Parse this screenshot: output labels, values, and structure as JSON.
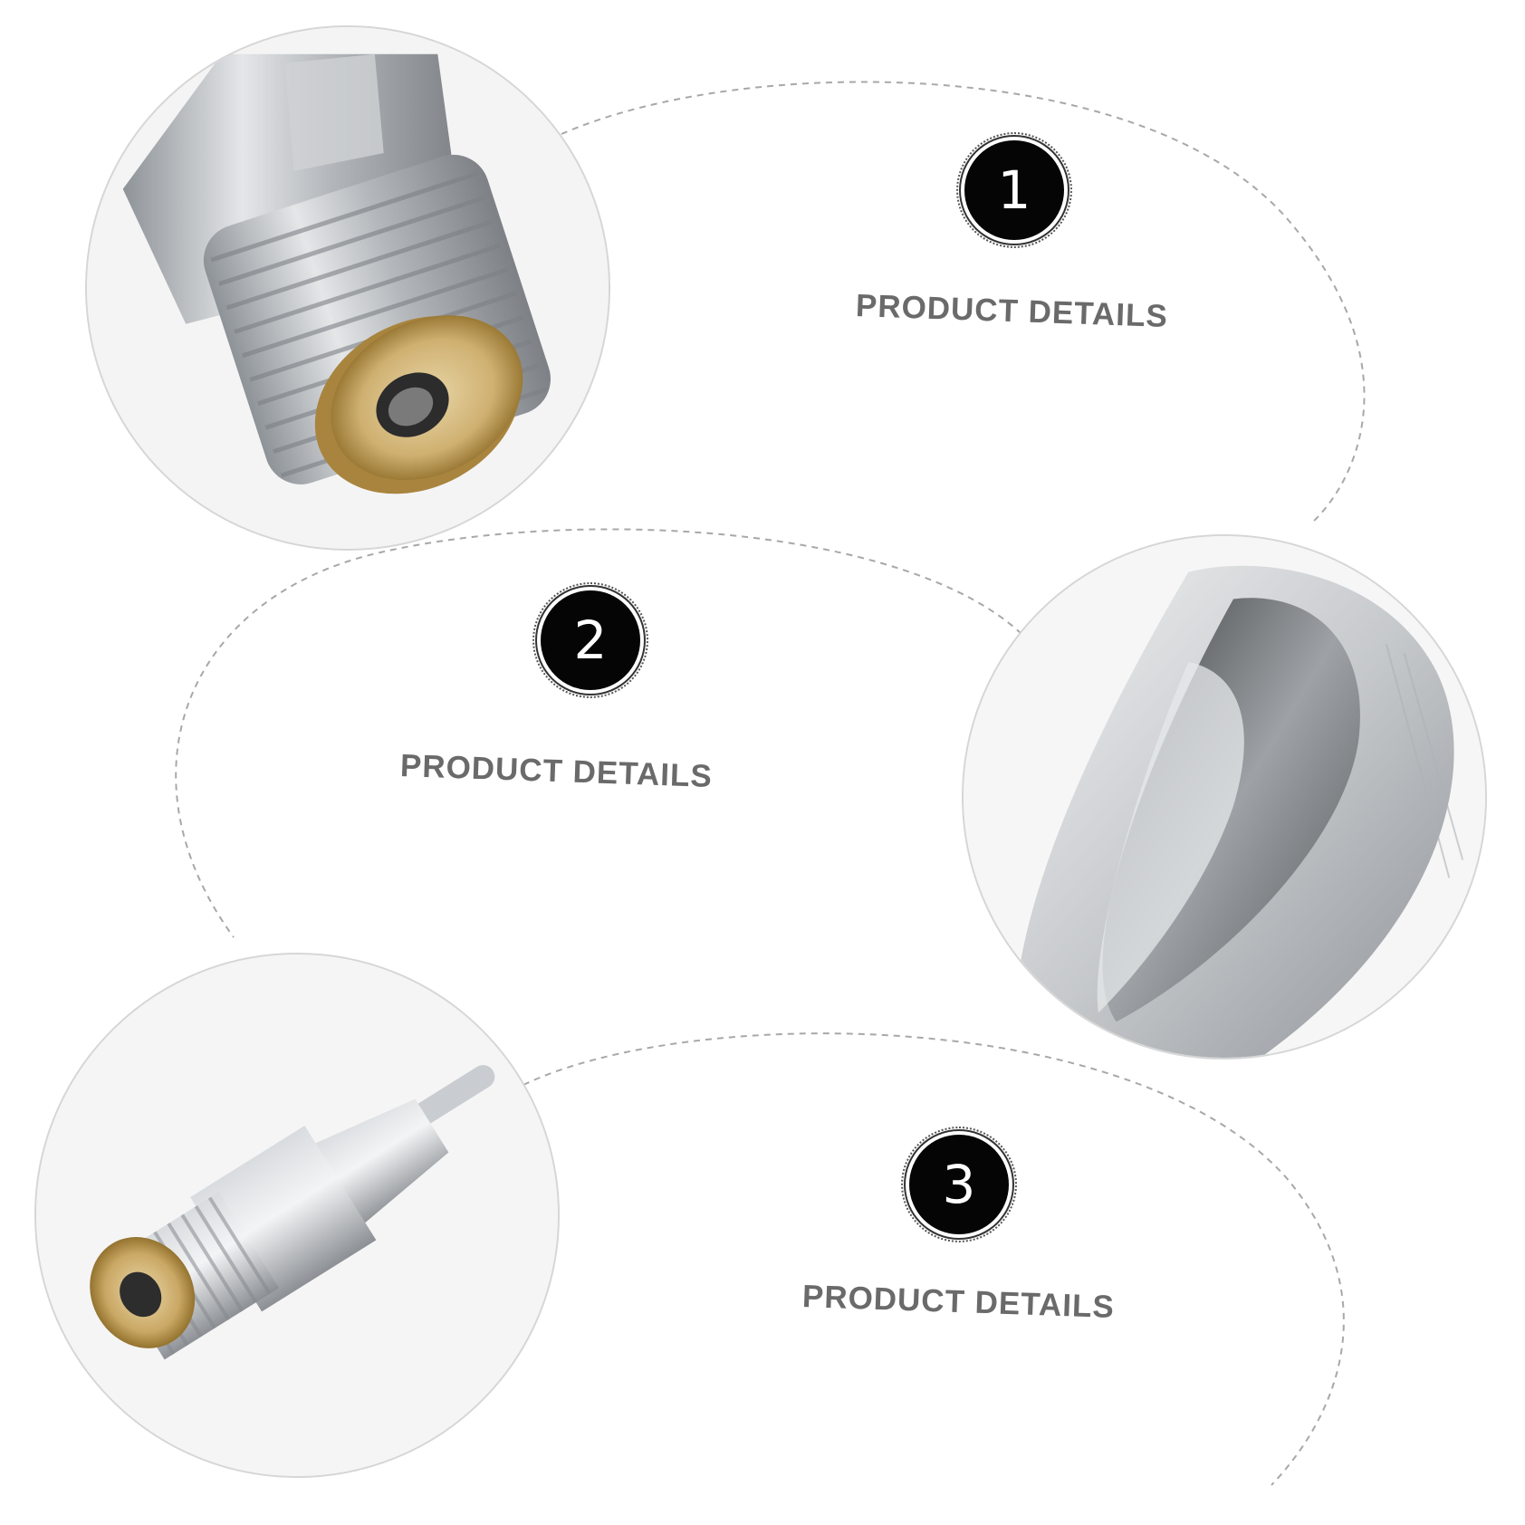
{
  "sections": [
    {
      "number": "1",
      "label": "PRODUCT DETAILS",
      "photo_icon": "brass-threaded-nipple-end-icon"
    },
    {
      "number": "2",
      "label": "PRODUCT DETAILS",
      "photo_icon": "steel-drinker-tip-closeup-icon"
    },
    {
      "number": "3",
      "label": "PRODUCT DETAILS",
      "photo_icon": "nipple-drinker-full-view-icon"
    }
  ],
  "colors": {
    "background": "#ffffff",
    "badge": "#050505",
    "label_text": "#6a6a6a",
    "dashed_line": "#a8a8a8",
    "steel": "#bfc3c7",
    "brass": "#c9a85c"
  }
}
